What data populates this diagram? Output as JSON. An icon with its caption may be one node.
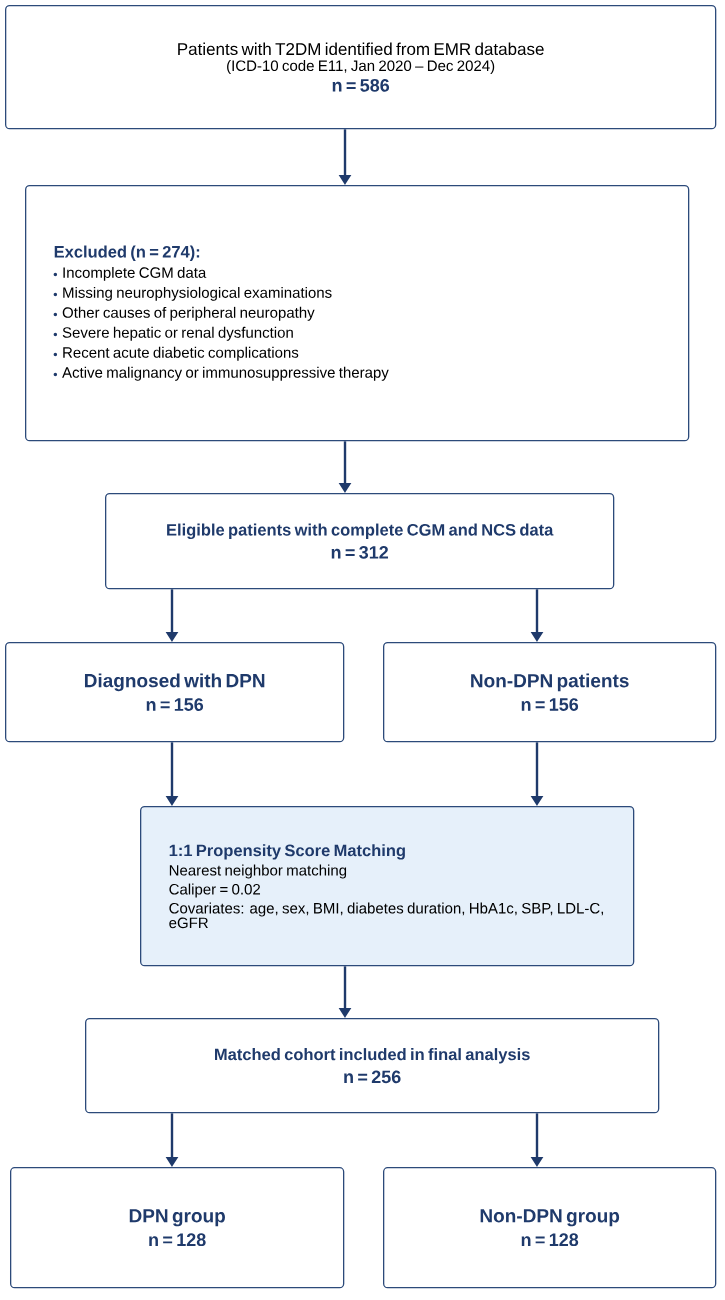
{
  "diagram": {
    "nodes": [
      {
        "text": [
          "Patients with T2DM identified from EMR database",
          "(ICD-10 code E11, Jan 2020 – Dec 2024)",
          "n = 586"
        ]
      },
      {
        "text": [
          "Excluded (n = 274):",
          "Incomplete CGM data",
          "Missing neurophysiological examinations",
          "Other causes of peripheral neuropathy",
          "Severe hepatic or renal dysfunction",
          "Recent acute diabetic complications",
          "Active malignancy or immunosuppressive therapy"
        ]
      },
      {
        "text": [
          "Eligible patients with complete CGM and NCS data",
          "n = 312"
        ]
      },
      {
        "text": [
          "Diagnosed with DPN",
          "n = 156"
        ]
      },
      {
        "text": [
          "Non-DPN patients",
          "n = 156"
        ]
      },
      {
        "text": [
          "1:1 Propensity Score Matching",
          "Nearest neighbor matching",
          "Caliper = 0.02",
          "Covariates: age, sex, BMI, diabetes duration, HbA1c, SBP, LDL-C, eGFR"
        ]
      },
      {
        "text": [
          "Matched cohort included in final analysis",
          "n = 256"
        ]
      },
      {
        "text": [
          "DPN group",
          "n = 128"
        ]
      },
      {
        "text": [
          "Non-DPN group",
          "n = 128"
        ]
      }
    ],
    "edges": [
      {
        "from": 0,
        "to": 1,
        "arrow": "to"
      },
      {
        "from": 1,
        "to": 2,
        "arrow": "to"
      },
      {
        "from": 2,
        "to": 3,
        "arrow": "to"
      },
      {
        "from": 2,
        "to": 4,
        "arrow": "to"
      },
      {
        "from": 3,
        "to": 5,
        "arrow": "to"
      },
      {
        "from": 4,
        "to": 5,
        "arrow": "to"
      },
      {
        "from": 5,
        "to": 6,
        "arrow": "to"
      },
      {
        "from": 6,
        "to": 7,
        "arrow": "to"
      },
      {
        "from": 6,
        "to": 8,
        "arrow": "to"
      }
    ]
  }
}
